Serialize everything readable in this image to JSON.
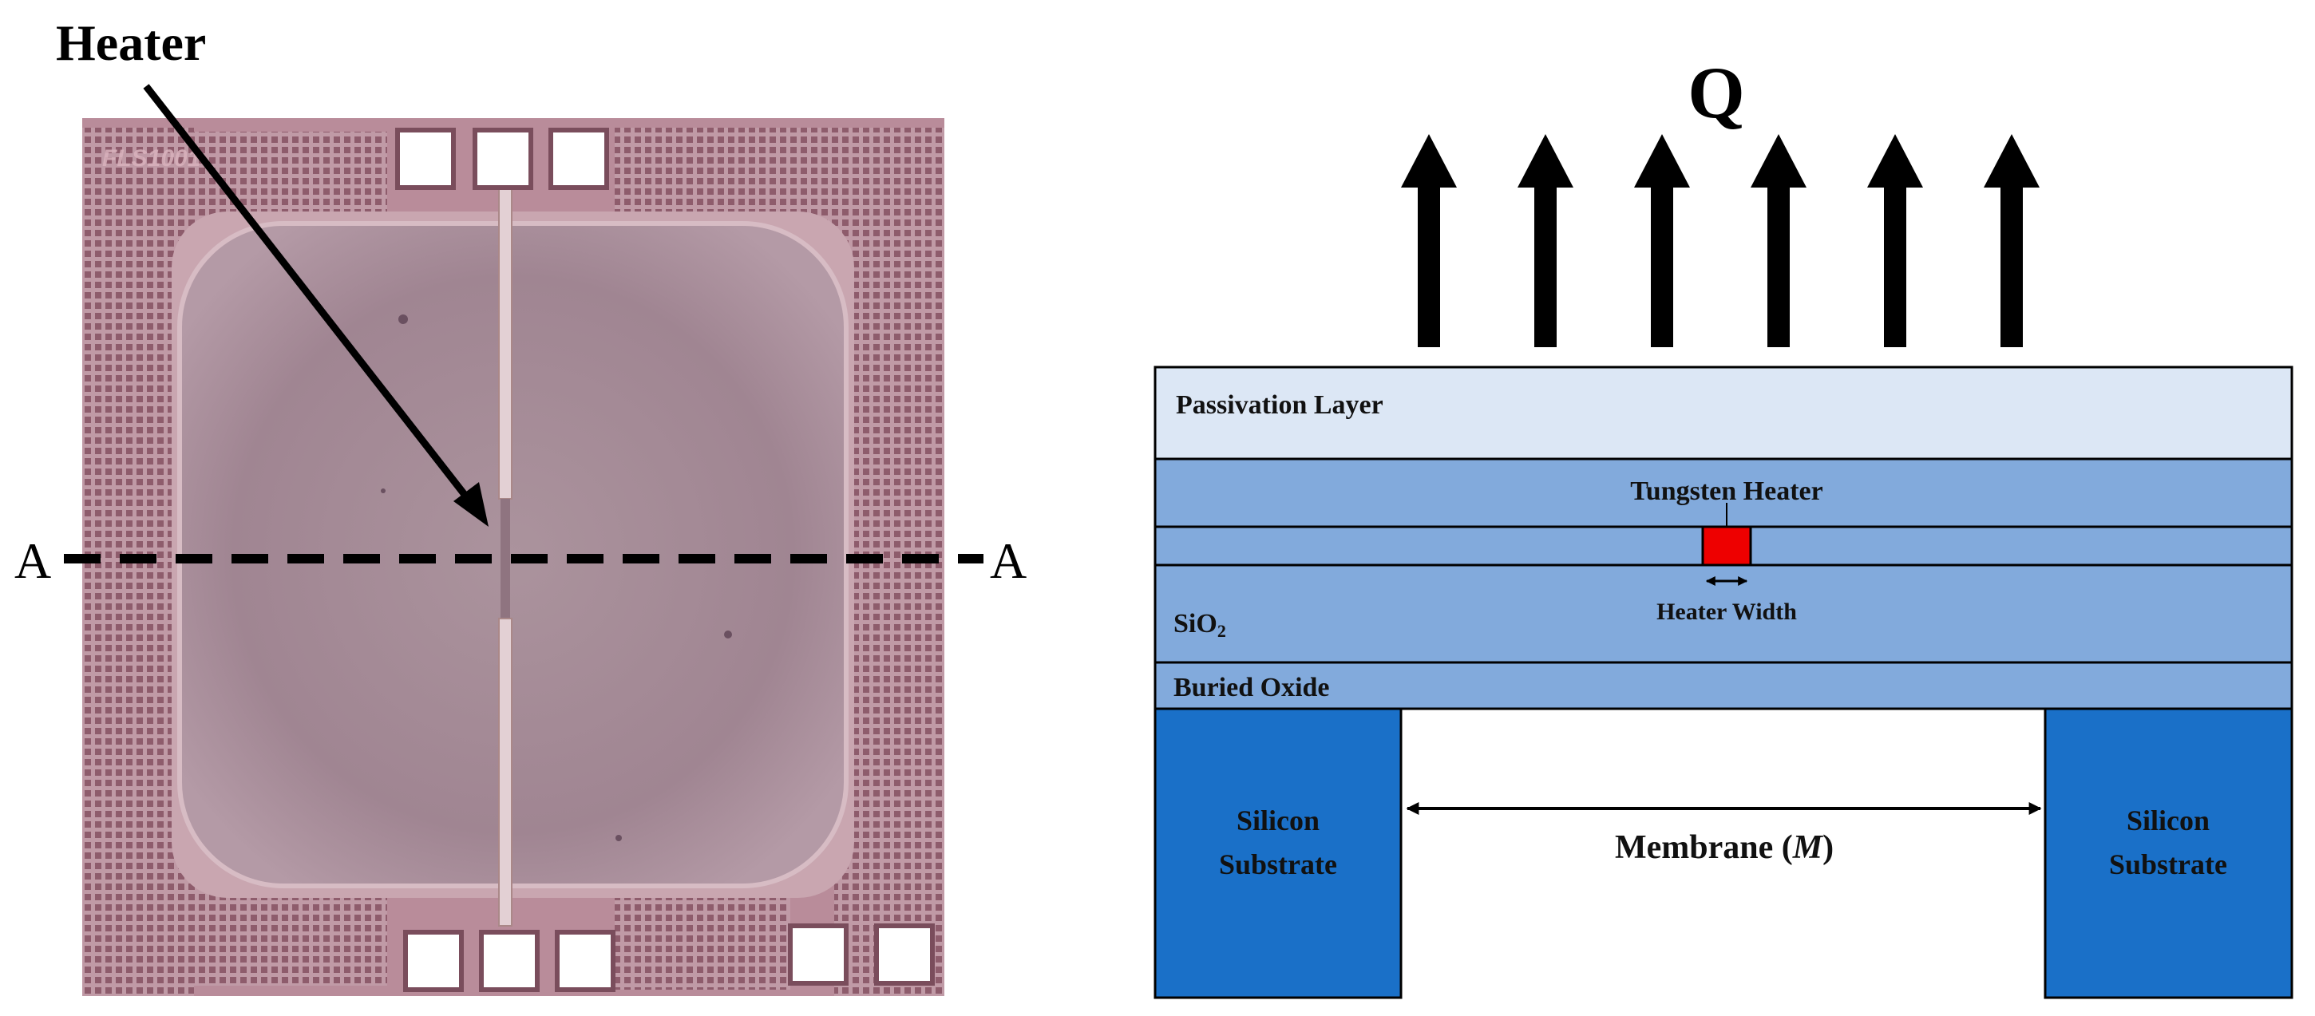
{
  "micrograph": {
    "callout_label": "Heater",
    "section_marker_left": "A",
    "section_marker_right": "A",
    "chip_logo": "FLS1001",
    "left_pad_count_top": 3,
    "left_pad_count_bottom": 3,
    "right_pad_count_bottom": 2
  },
  "cross_section": {
    "heat_flux_label": "Q",
    "heat_arrow_count": 6,
    "layers": {
      "passivation": "Passivation Layer",
      "tungsten_heater": "Tungsten Heater",
      "heater_width": "Heater Width",
      "sio2_base": "SiO",
      "sio2_sub": "2",
      "buried_oxide": "Buried Oxide"
    },
    "substrate_line1": "Silicon",
    "substrate_line2": "Substrate",
    "membrane_prefix": "Membrane (",
    "membrane_symbol": "M",
    "membrane_suffix": ")"
  },
  "colors": {
    "chip_frame": "#b88a98",
    "chip_bond_pattern": "#9a6474",
    "membrane": "#a48995",
    "pad_fill": "#ffffff",
    "passivation": "#dce7f5",
    "sio2": "#82aadc",
    "buried_oxide": "#82aadc",
    "silicon_substrate": "#1a70c8",
    "heater": "#ee0000",
    "outline": "#000000"
  }
}
